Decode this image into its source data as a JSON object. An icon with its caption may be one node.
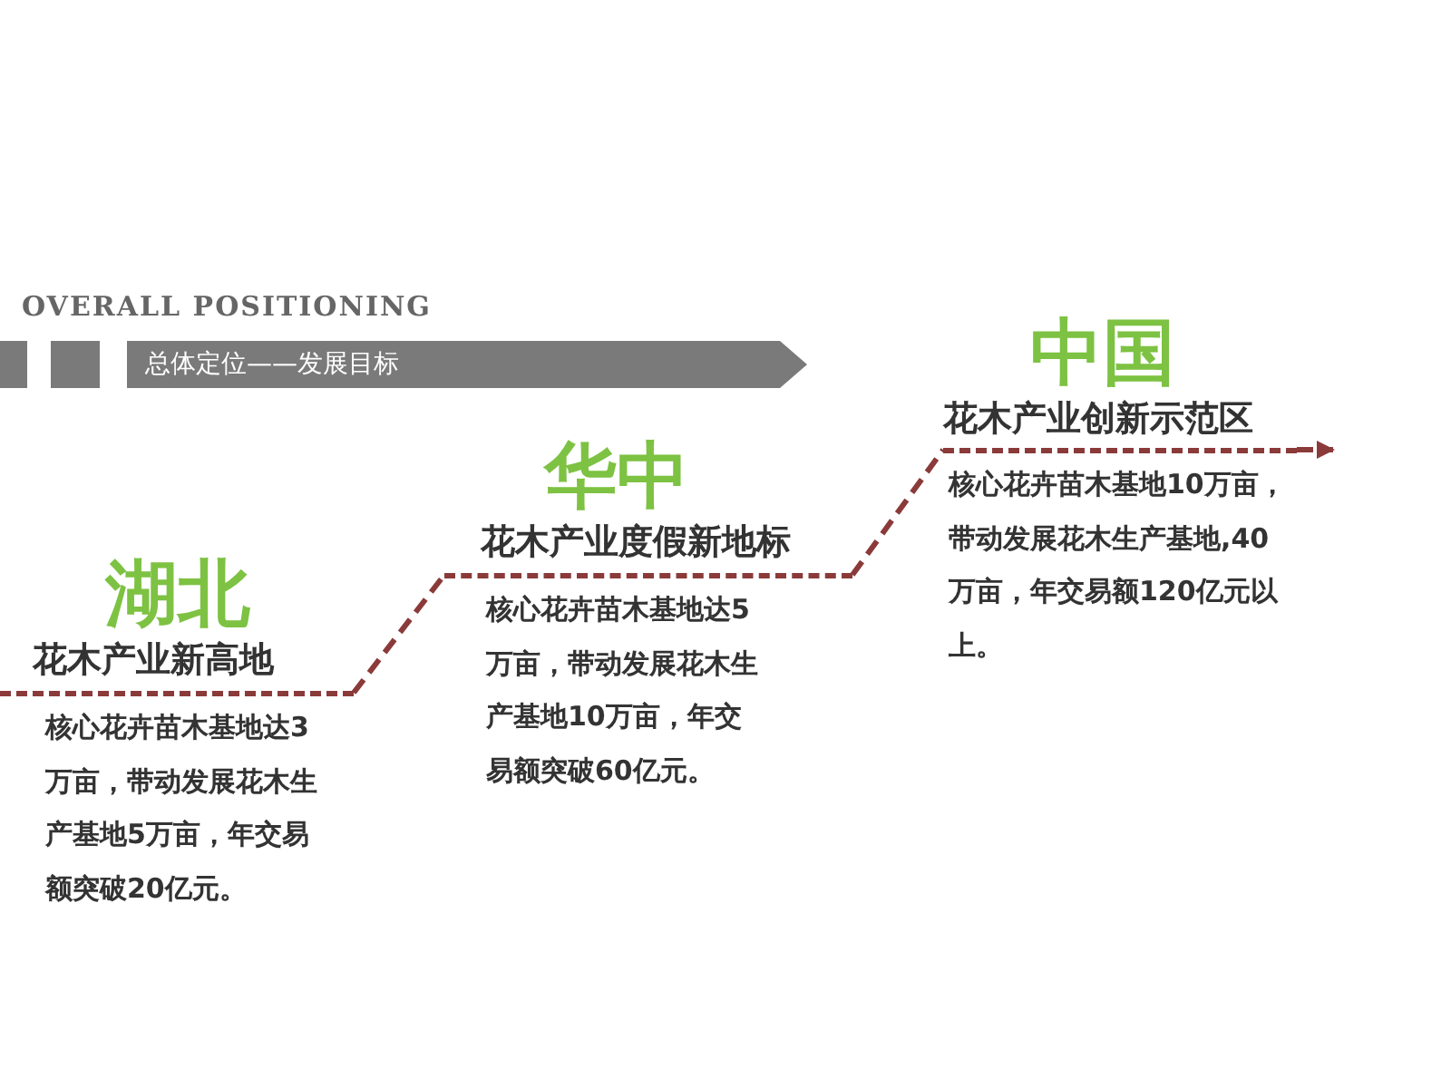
{
  "diagram": {
    "title": "OVERALL POSITIONING",
    "nodes": [
      {
        "text": [
          "总体定位——发展目标"
        ]
      },
      {
        "text": [
          "湖北",
          "花木产业新高地",
          "核心花卉苗木基地达3万亩，带动发展花木生产基地5万亩，年交易额突破20亿元。"
        ]
      },
      {
        "text": [
          "华中",
          "花木产业度假新地标",
          "核心花卉苗木基地达5万亩，带动发展花木生产基地10万亩，年交易额突破60亿元。"
        ]
      },
      {
        "text": [
          "中国",
          "花木产业创新示范区",
          "核心花卉苗木基地10万亩，带动发展花木生产基地,40万亩，年交易额120亿元以上。"
        ]
      }
    ],
    "edges": [
      {
        "from": 1,
        "to": 2,
        "arrow": "none",
        "style": "dashed"
      },
      {
        "from": 2,
        "to": 3,
        "arrow": "none",
        "style": "dashed"
      },
      {
        "from": 3,
        "to": null,
        "arrow": "to",
        "style": "dashed"
      }
    ]
  }
}
